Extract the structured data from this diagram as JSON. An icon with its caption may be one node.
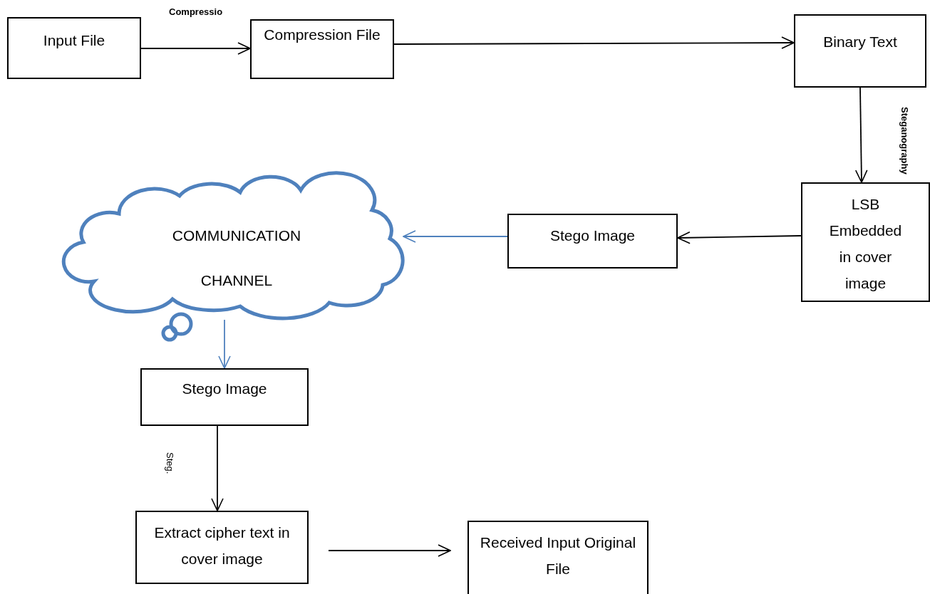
{
  "diagram": {
    "nodes": [
      {
        "text": [
          "Input File"
        ]
      },
      {
        "text": [
          "Compression File"
        ]
      },
      {
        "text": [
          "Binary Text"
        ]
      },
      {
        "text": [
          "LSB Embedded in cover image"
        ]
      },
      {
        "text": [
          "Stego Image"
        ]
      },
      {
        "text": [
          "COMMUNICATION CHANNEL"
        ]
      },
      {
        "text": [
          "Stego Image"
        ]
      },
      {
        "text": [
          "Extract cipher text in cover image"
        ]
      },
      {
        "text": [
          "Received Input Original File"
        ]
      }
    ],
    "edges": [
      {
        "from": 0,
        "to": 1,
        "arrow": "to",
        "label": "Compressio"
      },
      {
        "from": 1,
        "to": 2,
        "arrow": "to"
      },
      {
        "from": 2,
        "to": 3,
        "arrow": "to",
        "label": "Steganography"
      },
      {
        "from": 3,
        "to": 4,
        "arrow": "to"
      },
      {
        "from": 4,
        "to": 5,
        "arrow": "to",
        "color": "#4f81bd"
      },
      {
        "from": 5,
        "to": 6,
        "arrow": "to",
        "color": "#4f81bd"
      },
      {
        "from": 6,
        "to": 7,
        "arrow": "to",
        "label": "Steg."
      },
      {
        "from": 7,
        "to": 8,
        "arrow": "to"
      }
    ]
  }
}
